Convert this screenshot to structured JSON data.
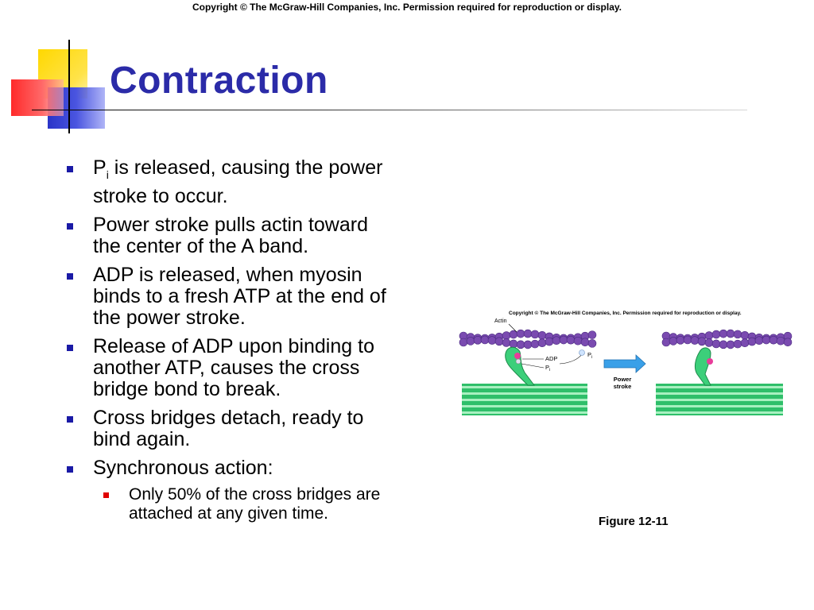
{
  "copyright": "Copyright © The McGraw-Hill Companies, Inc. Permission required for reproduction or display.",
  "title": "Contraction",
  "bullets": [
    {
      "prefix": "P",
      "subscript": "i",
      "text": " is released, causing the power stroke to occur."
    },
    {
      "text": "Power stroke pulls actin toward the center of the A band."
    },
    {
      "text": "ADP is released, when myosin binds to a fresh ATP at the end of the power stroke."
    },
    {
      "text": "Release of ADP upon binding to another ATP, causes the cross bridge bond to break."
    },
    {
      "text": "Cross bridges detach, ready to bind again."
    },
    {
      "text": "Synchronous action:"
    }
  ],
  "sub_bullets": [
    {
      "text": "Only 50% of the  cross bridges are attached at any given time."
    }
  ],
  "figure": {
    "copyright": "Copyright © The McGraw-Hill Companies, Inc. Permission required for reproduction or display.",
    "actin_label": "Actin",
    "adp_label": "ADP",
    "pi_label_prefix": "P",
    "pi_label_sub": "i",
    "arrow_label_line1": "Power",
    "arrow_label_line2": "stroke",
    "caption": "Figure 12-11"
  },
  "colors": {
    "title": "#2b2ba8",
    "bullet": "#1a1aa6",
    "sub_bullet": "#e00000",
    "actin": "#7a4bb0",
    "myosin": "#2fbf6a",
    "arrow": "#3aa0e8"
  }
}
